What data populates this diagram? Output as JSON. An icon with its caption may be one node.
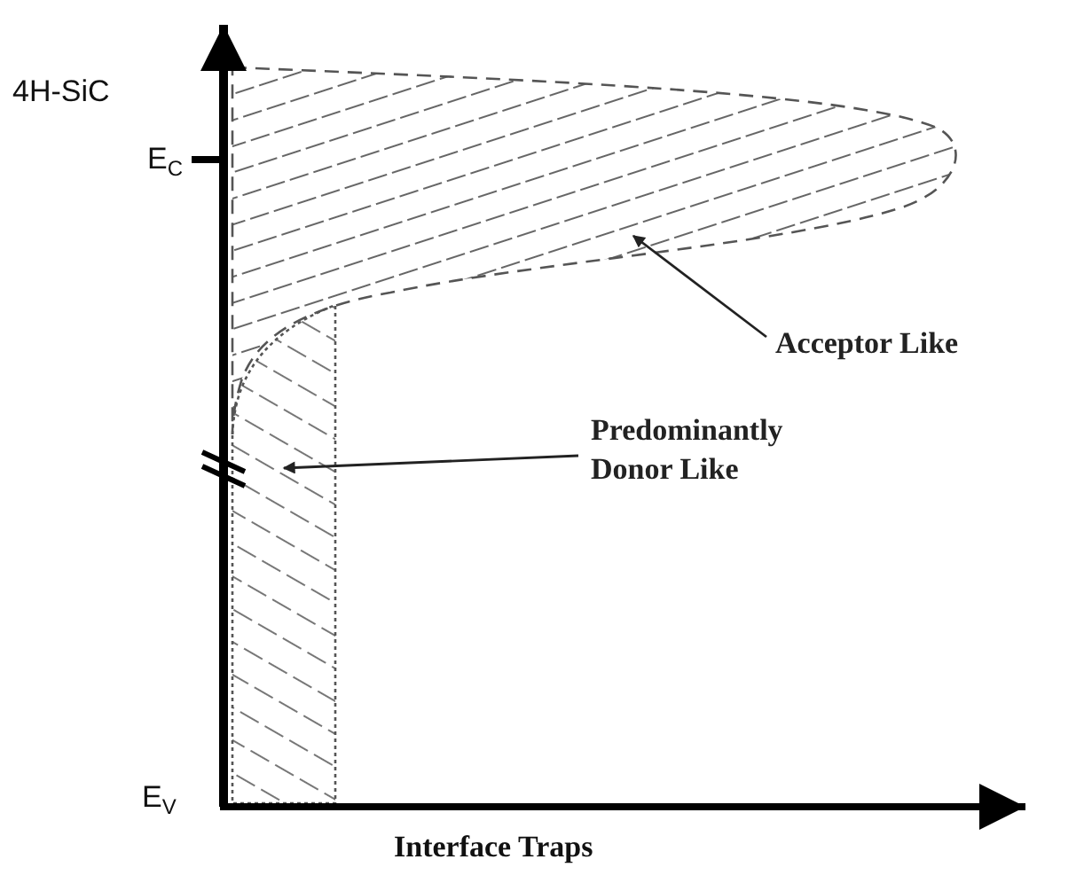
{
  "diagram": {
    "nodes": [
      {
        "text": [
          "Acceptor Like"
        ]
      },
      {
        "text": [],
        "shape": "box"
      },
      {
        "text": [
          "Predominantly Donor Like"
        ]
      },
      {
        "text": [],
        "shape": "box"
      }
    ],
    "edges": [
      {
        "from": 0,
        "to": 1,
        "arrow": "to"
      },
      {
        "from": 2,
        "to": 3,
        "arrow": "to"
      }
    ],
    "labels": [
      "4H-SiC",
      "E$_{C}$",
      "E$_{V}$",
      "Interface Traps"
    ]
  }
}
